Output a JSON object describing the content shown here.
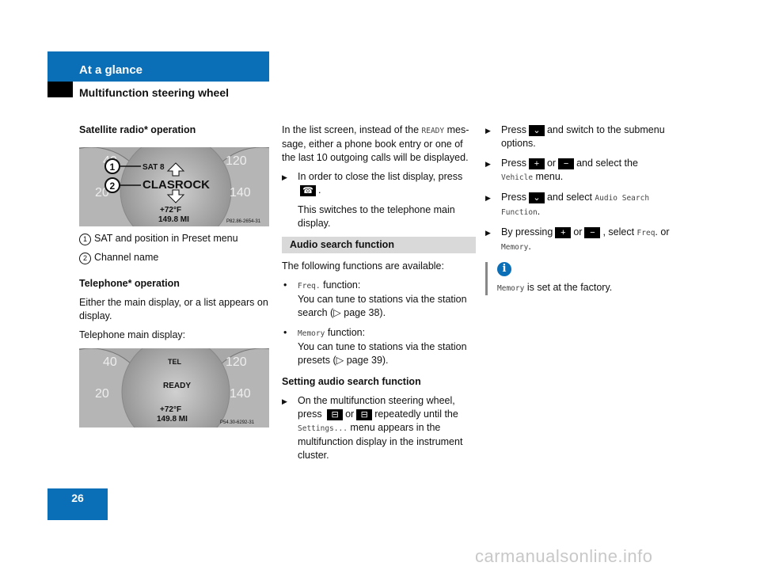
{
  "header": {
    "section": "At a glance",
    "subsection": "Multifunction steering wheel"
  },
  "page_number": "26",
  "watermark": "carmanualsonline.info",
  "col1": {
    "sat_heading": "Satellite radio* operation",
    "image1": {
      "label_sat": "SAT 8",
      "label_station": "CLASROCK",
      "temp": "+72°F",
      "odo": "149.8 MI",
      "ref": "P82.86-2654-31",
      "dial_left_top": "40",
      "dial_left_bottom": "20",
      "dial_right_top": "120",
      "dial_right_bottom": "140",
      "callout1": "1",
      "callout2": "2"
    },
    "item1": "SAT and position in Preset menu",
    "item2": "Channel name",
    "tel_heading": "Telephone* operation",
    "tel_desc": "Either the main display, or a list appears on display.",
    "tel_main": "Telephone main display:",
    "image2": {
      "label_tel": "TEL",
      "label_ready": "READY",
      "temp": "+72°F",
      "odo": "149.8 MI",
      "ref": "P54.30-6292-31",
      "dial_left_top": "40",
      "dial_left_bottom": "20",
      "dial_right_top": "120",
      "dial_right_bottom": "140"
    }
  },
  "col2": {
    "list_intro_a": "In the list screen, instead of the",
    "list_intro_mono": "READY",
    "list_intro_b": "mes-sage, either a phone book entry or one of the last 10 outgoing calls will be displayed.",
    "close_a": "In order to close the list display, press",
    "close_b": ".",
    "close_result": "This switches to the telephone main display.",
    "audio_header": "Audio search function",
    "available": "The following functions are available:",
    "freq_mono": "Freq.",
    "freq_a": "function:",
    "freq_b": "You can tune to stations via the station search (▷ page 38).",
    "memory_mono": "Memory",
    "memory_a": "function:",
    "memory_b": "You can tune to stations via the station presets (▷ page 39).",
    "setting_heading": "Setting audio search function",
    "step_a": "On the multifunction steering wheel, press",
    "step_or": "or",
    "step_b": "repeatedly until the",
    "step_mono": "Settings...",
    "step_c": "menu appears in the multifunction display in the instrument cluster."
  },
  "col3": {
    "s1_a": "Press",
    "s1_b": "and switch to the submenu options.",
    "s2_a": "Press",
    "s2_or": "or",
    "s2_b": "and select the",
    "s2_mono": "Vehicle",
    "s2_c": "menu.",
    "s3_a": "Press",
    "s3_b": "and select",
    "s3_mono": "Audio Search Function",
    "s3_c": ".",
    "s4_a": "By pressing",
    "s4_or": "or",
    "s4_b": ", select",
    "s4_mono1": "Freq",
    "s4_c": ". or",
    "s4_mono2": "Memory",
    "s4_d": ".",
    "info_mono": "Memory",
    "info_text": "is set at the factory."
  }
}
